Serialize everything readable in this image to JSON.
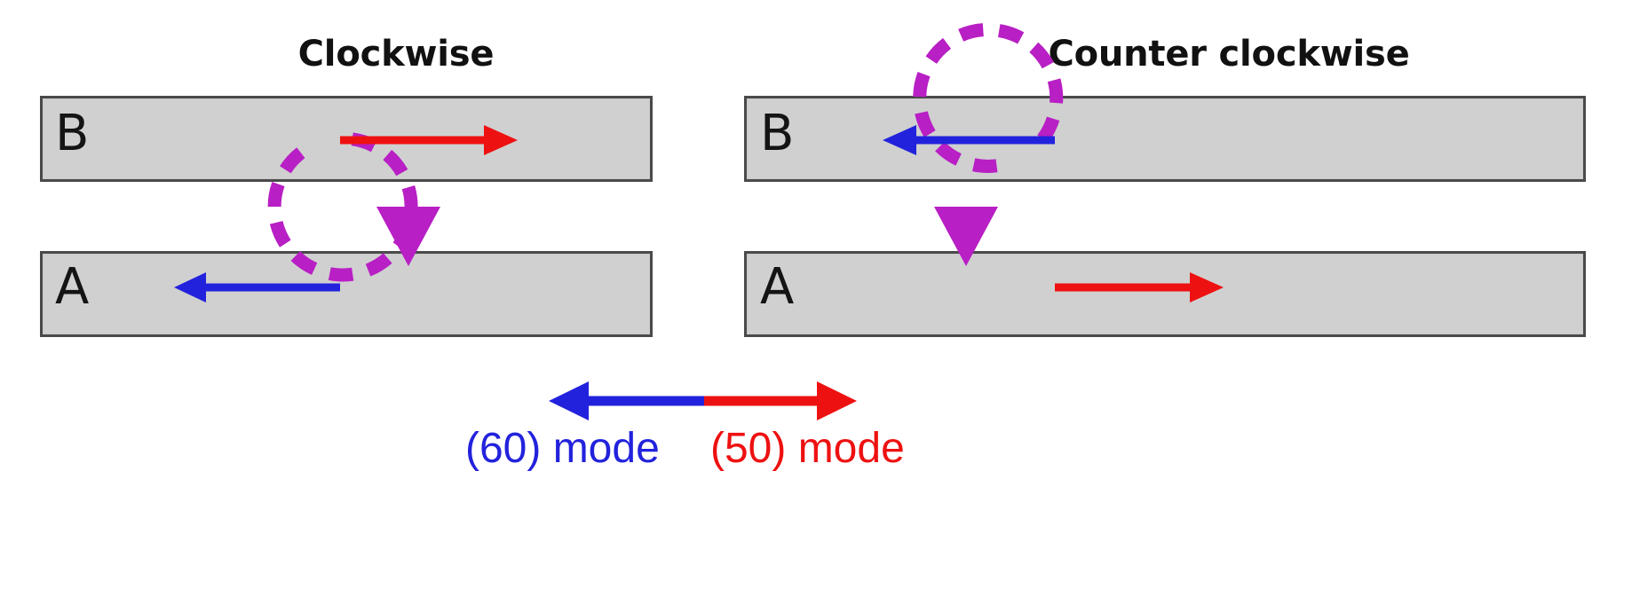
{
  "figure": {
    "kind": "rotation-direction-diagram",
    "background_color": "#ffffff"
  },
  "panels": [
    {
      "id": "clockwise",
      "title": "Clockwise",
      "bars": [
        {
          "id": "B",
          "label": "B"
        },
        {
          "id": "A",
          "label": "A"
        }
      ],
      "arrows": [
        {
          "on_bar": "B",
          "color": "#ee1111",
          "direction": "right",
          "mode": "(50) mode"
        },
        {
          "on_bar": "A",
          "color": "#2222dd",
          "direction": "left",
          "mode": "(60) mode"
        }
      ],
      "rotation": {
        "style": "dashed-circle",
        "color": "#b81fc4",
        "direction": "clockwise",
        "head": "down-triangle"
      }
    },
    {
      "id": "counter-clockwise",
      "title": "Counter clockwise",
      "bars": [
        {
          "id": "B",
          "label": "B"
        },
        {
          "id": "A",
          "label": "A"
        }
      ],
      "arrows": [
        {
          "on_bar": "B",
          "color": "#2222dd",
          "direction": "left",
          "mode": "(60) mode"
        },
        {
          "on_bar": "A",
          "color": "#ee1111",
          "direction": "right",
          "mode": "(50) mode"
        }
      ],
      "rotation": {
        "style": "dashed-circle",
        "color": "#b81fc4",
        "direction": "counter-clockwise",
        "head": "down-triangle"
      }
    }
  ],
  "legend": {
    "left_label": "(60) mode",
    "right_label": "(50) mode",
    "left_color": "#2222dd",
    "right_color": "#ee1111",
    "arrow_description": "double-headed arrow, blue pointing left, red pointing right"
  },
  "colors": {
    "bar_fill": "#d0d0d0",
    "bar_border": "#4a4a4a",
    "red": "#ee1111",
    "blue": "#2222dd",
    "purple": "#b81fc4",
    "text": "#111111"
  }
}
